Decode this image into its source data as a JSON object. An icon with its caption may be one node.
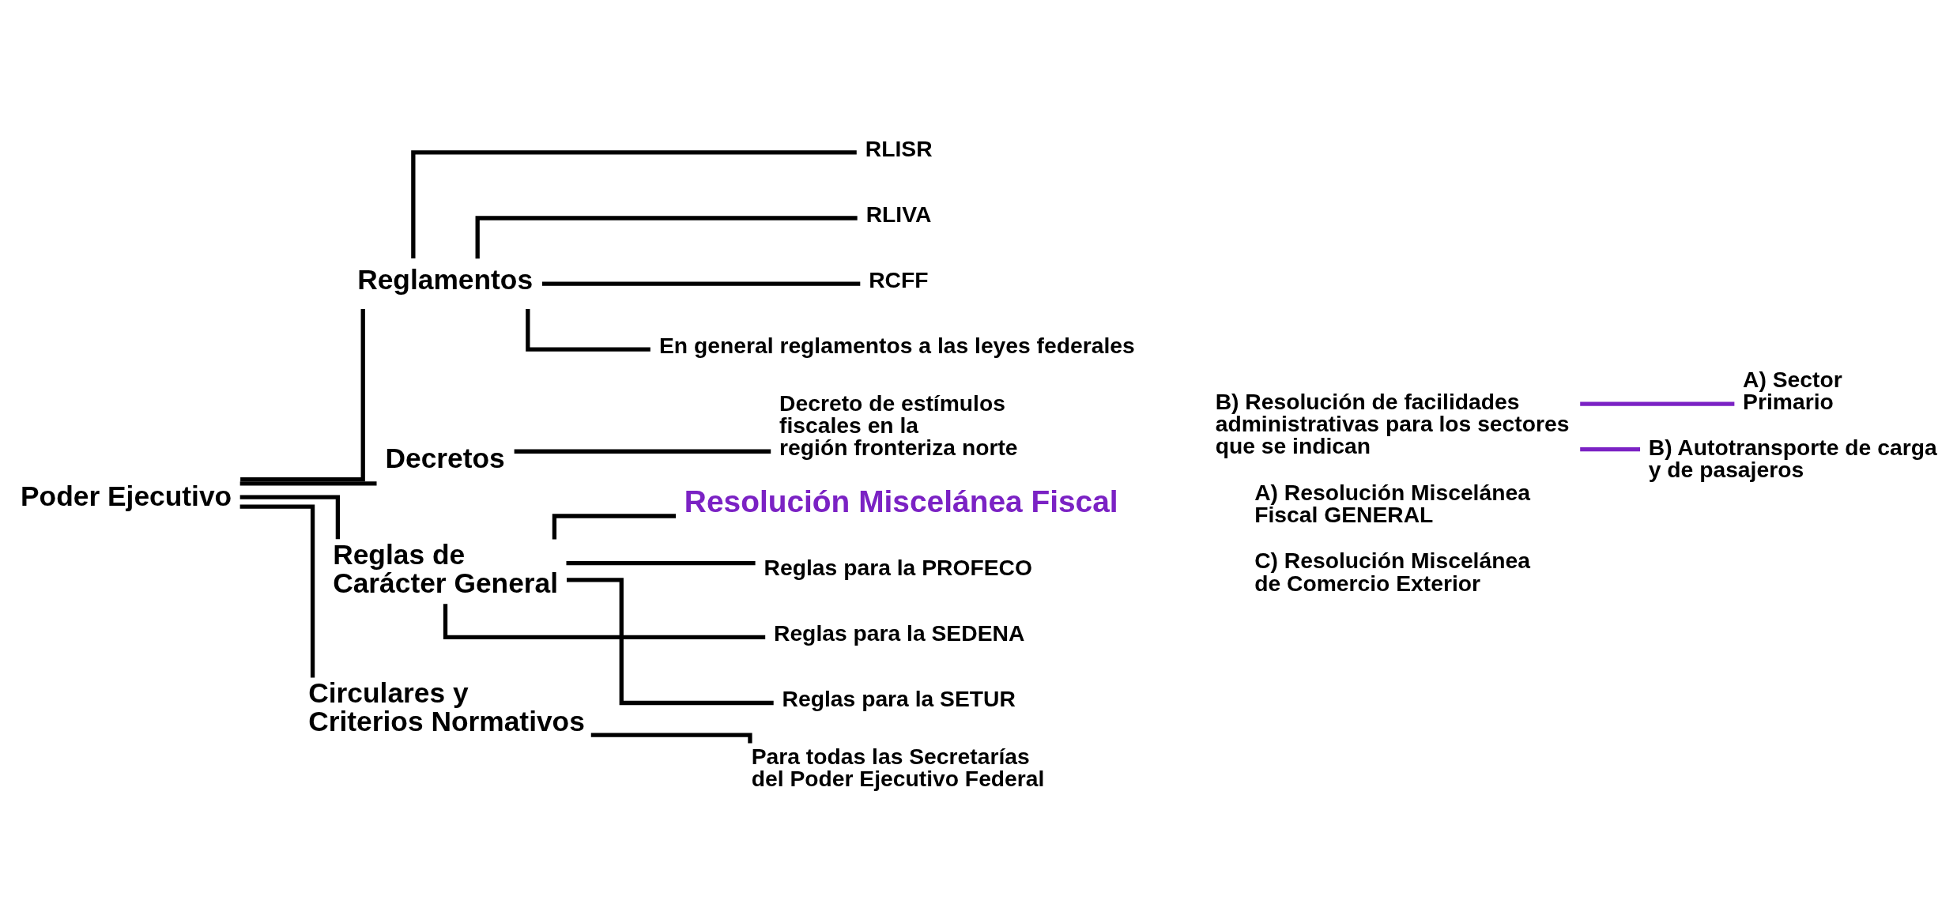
{
  "diagram": {
    "nodes": [
      {
        "text": [
          "Poder Ejecutivo"
        ]
      },
      {
        "text": [
          "Reglamentos"
        ]
      },
      {
        "text": [
          "RLISR"
        ]
      },
      {
        "text": [
          "RLIVA"
        ]
      },
      {
        "text": [
          "RCFF"
        ]
      },
      {
        "text": [
          "En general reglamentos a las leyes federales"
        ]
      },
      {
        "text": [
          "Decretos"
        ]
      },
      {
        "text": [
          "Decreto de estímulos fiscales en la región fronteriza norte"
        ]
      },
      {
        "text": [
          "Reglas de Carácter General"
        ]
      },
      {
        "text": [
          "Resolución Miscelánea Fiscal"
        ]
      },
      {
        "text": [
          "Reglas para la PROFECO"
        ]
      },
      {
        "text": [
          "Reglas para la SEDENA"
        ]
      },
      {
        "text": [
          "Reglas para la SETUR"
        ]
      },
      {
        "text": [
          "B) Resolución de facilidades administrativas para los sectores que se indican"
        ]
      },
      {
        "text": [
          "A) Sector Primario"
        ]
      },
      {
        "text": [
          "B) Autotransporte de carga y de pasajeros"
        ]
      },
      {
        "text": [
          "Circulares y Criterios Normativos"
        ]
      },
      {
        "text": [
          "Para todas las Secretarías del Poder Ejecutivo Federal"
        ]
      }
    ],
    "edges": [
      {
        "from": 0,
        "to": 1,
        "arrow": "none"
      },
      {
        "from": 0,
        "to": 6,
        "arrow": "none"
      },
      {
        "from": 0,
        "to": 8,
        "arrow": "none"
      },
      {
        "from": 0,
        "to": 16,
        "arrow": "none"
      },
      {
        "from": 1,
        "to": 2,
        "arrow": "none"
      },
      {
        "from": 1,
        "to": 3,
        "arrow": "none"
      },
      {
        "from": 1,
        "to": 4,
        "arrow": "none"
      },
      {
        "from": 1,
        "to": 5,
        "arrow": "none"
      },
      {
        "from": 6,
        "to": 7,
        "arrow": "none"
      },
      {
        "from": 8,
        "to": 9,
        "arrow": "none"
      },
      {
        "from": 8,
        "to": 10,
        "arrow": "none"
      },
      {
        "from": 8,
        "to": 11,
        "arrow": "none"
      },
      {
        "from": 8,
        "to": 12,
        "arrow": "none"
      },
      {
        "from": 13,
        "to": 14,
        "arrow": "none",
        "color": "#7b22c4"
      },
      {
        "from": 13,
        "to": 15,
        "arrow": "none",
        "color": "#7b22c4"
      },
      {
        "from": 16,
        "to": 17,
        "arrow": "none"
      }
    ],
    "labels": [
      "A) Resolución Miscelánea Fiscal GENERAL",
      "C) Resolución Miscelánea de Comercio Exterior"
    ]
  }
}
